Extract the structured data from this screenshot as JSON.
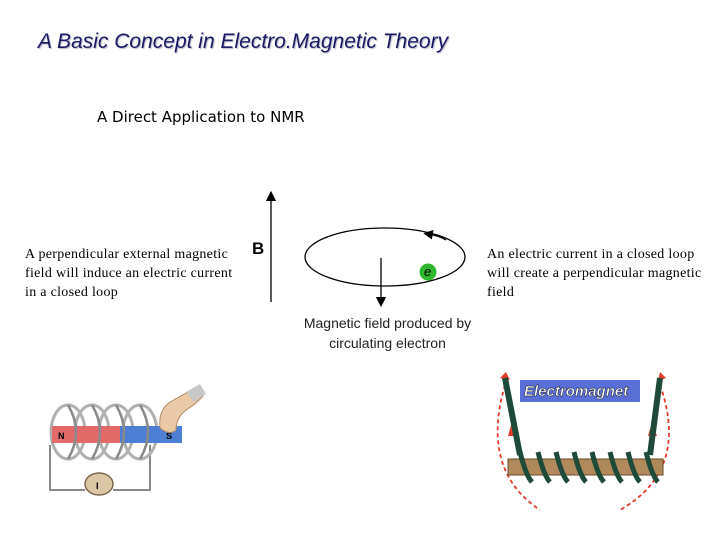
{
  "slide": {
    "title": "A Basic Concept in Electro.Magnetic Theory",
    "subtitle": "A Direct Application to NMR"
  },
  "left_panel": {
    "text": "A perpendicular external magnetic field will induce an electric current in a closed loop"
  },
  "right_panel": {
    "text": "An electric current in a closed loop will create a perpendicular magnetic field"
  },
  "diagram": {
    "field_label": "B",
    "electron_label": "e",
    "caption": "Magnetic field produced by circulating electron",
    "colors": {
      "electron": "#2db82d",
      "arrow": "#000000"
    }
  },
  "coil_illustration": {
    "north_label": "N",
    "south_label": "S",
    "meter_label": "I",
    "colors": {
      "magnet_north": "#e26a6a",
      "magnet_south": "#4d7fd4",
      "coil": "#a8a8a8"
    }
  },
  "electromagnet_illustration": {
    "label": "Electromagnet",
    "colors": {
      "label_bg": "#5a6fd6",
      "wire": "#1f4a3a",
      "core": "#b08a5a",
      "field_arrows": "#e23b2b"
    }
  }
}
